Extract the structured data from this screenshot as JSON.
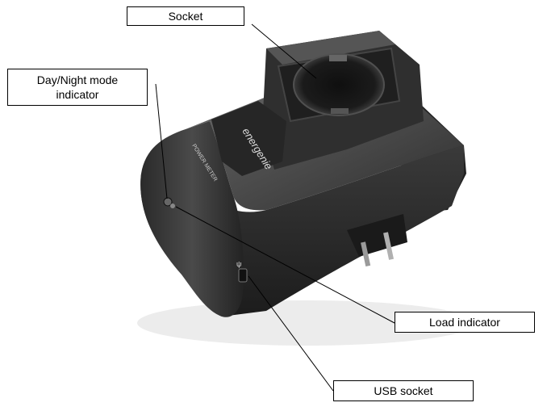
{
  "labels": {
    "socket": "Socket",
    "day_night_line1": "Day/Night mode",
    "day_night_line2": "indicator",
    "load_indicator": "Load indicator",
    "usb_socket": "USB socket"
  },
  "device": {
    "brand_text": "energenie",
    "panel_text": "POWER METER"
  },
  "colors": {
    "body_dark": "#2b2b2b",
    "body_mid": "#3c3c3c",
    "body_light": "#5a5a5a",
    "highlight": "#9a9a9a",
    "leader_line": "#000000"
  }
}
